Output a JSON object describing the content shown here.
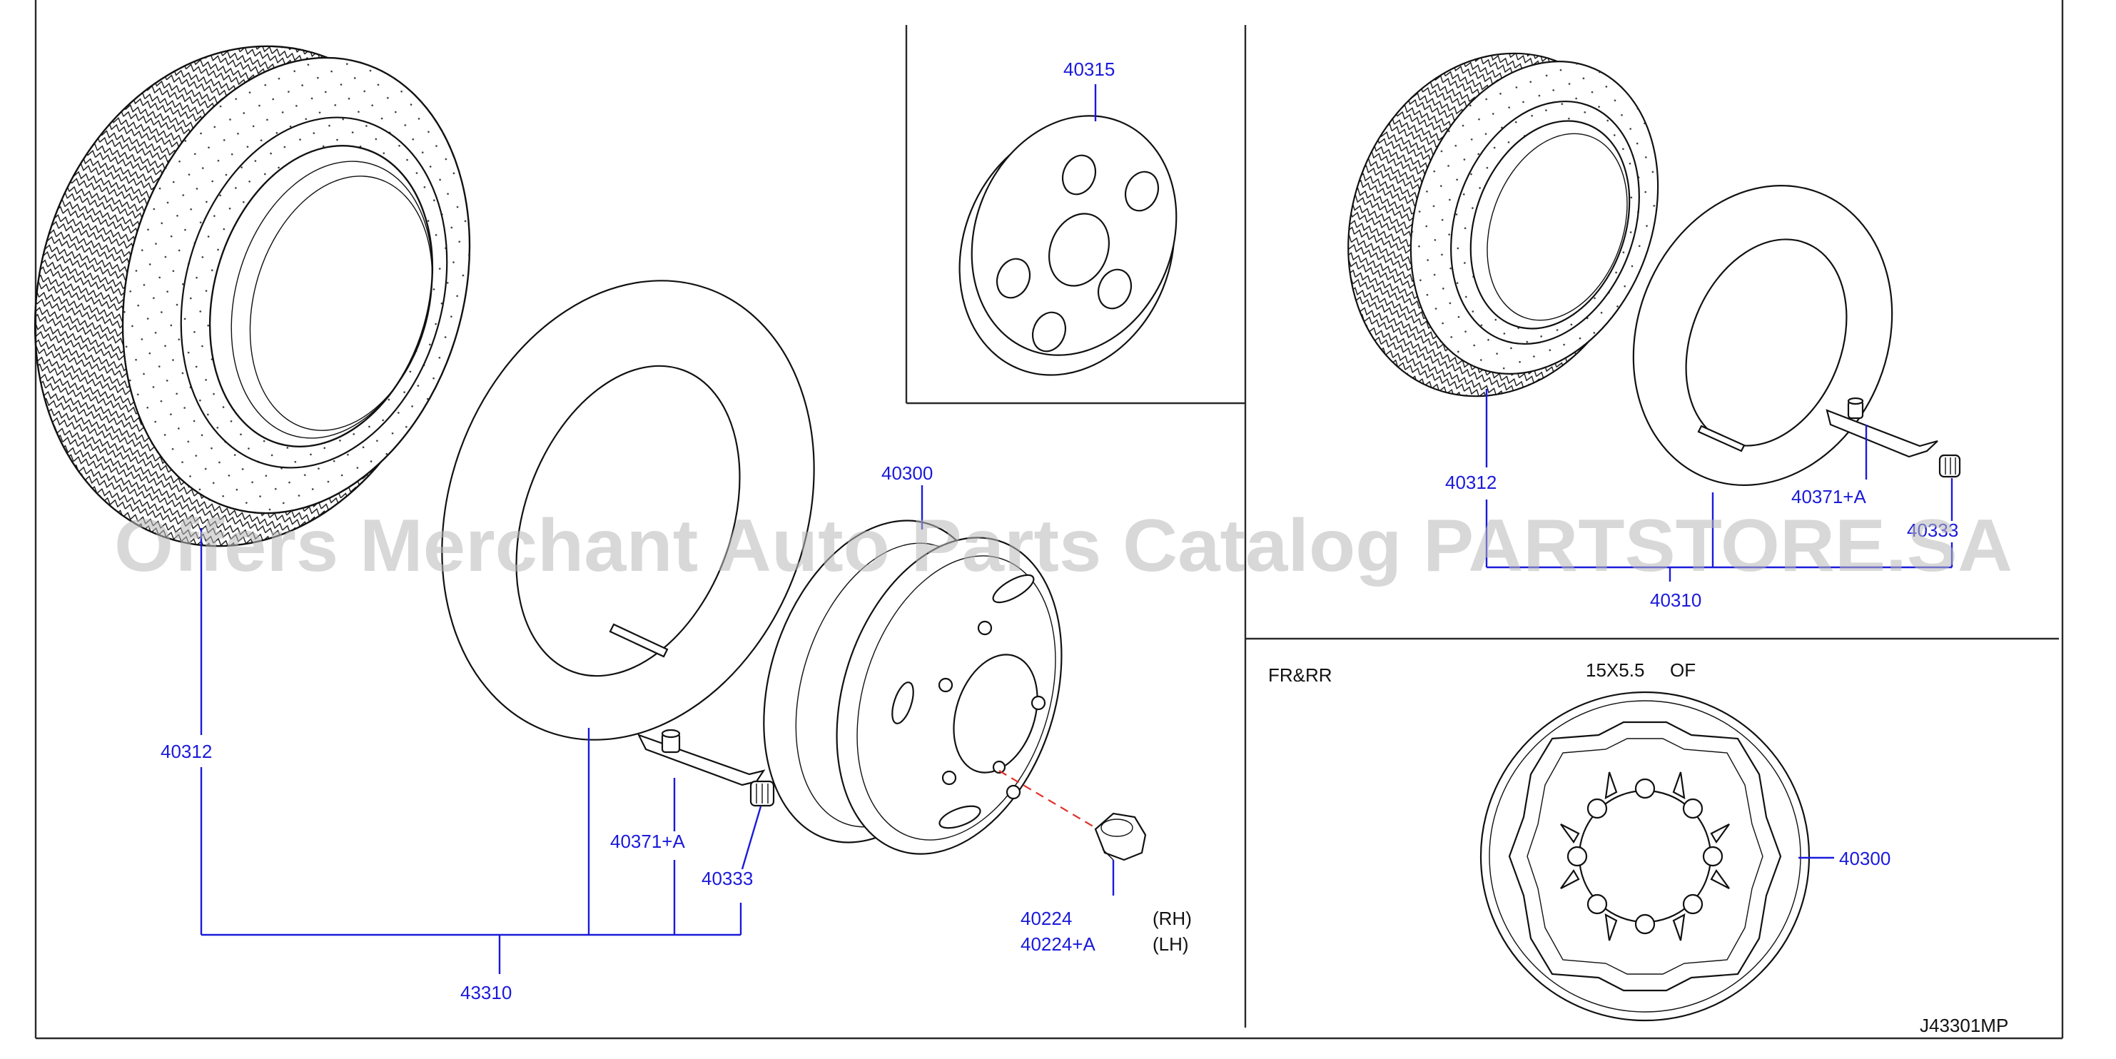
{
  "labels": {
    "main_tire": "40312",
    "main_assembly": "43310",
    "main_wheel": "40300",
    "main_valve": "40371+A",
    "main_cap": "40333",
    "nut_rh": "40224",
    "nut_lh": "40224+A",
    "rh": "(RH)",
    "lh": "(LH)",
    "cover": "40315",
    "inset_tire": "40312",
    "inset_valve": "40371+A",
    "inset_cap": "40333",
    "inset_assembly": "40310",
    "wheel_front": "40300"
  },
  "wheel_panel": {
    "position": "FR&RR",
    "size": "15X5.5",
    "type": "OF"
  },
  "diagram_code": "J43301MP",
  "watermark": "Offers Merchant Auto Parts Catalog PARTSTORE.SA",
  "colors": {
    "label": "#1a1adb",
    "nut_leader": "#e0302a",
    "outline": "#111111",
    "watermark": "#b9b9b9"
  }
}
